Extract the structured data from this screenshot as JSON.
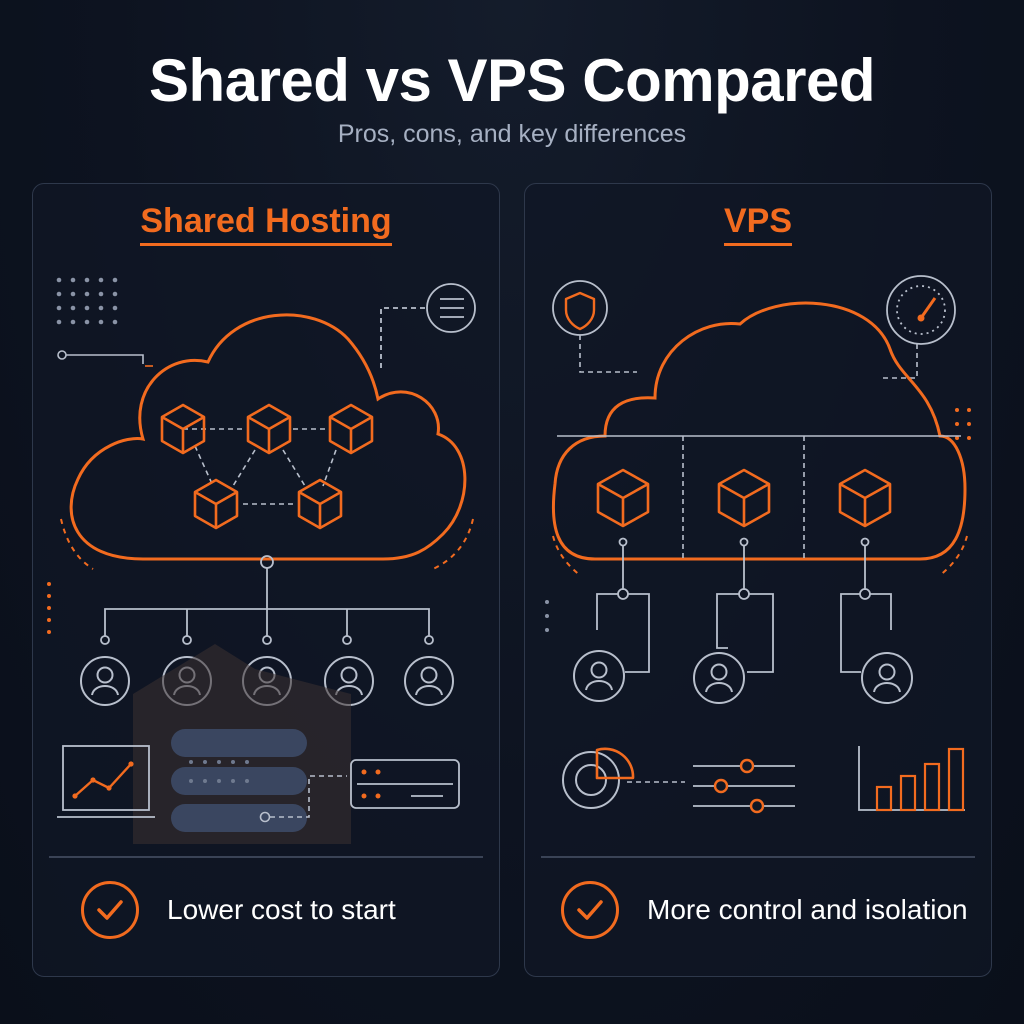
{
  "header": {
    "title": "Shared vs VPS Compared",
    "subtitle": "Pros, cons, and key differences"
  },
  "panels": {
    "shared": {
      "title": "Shared Hosting",
      "pro": "Lower cost to start",
      "pro_icon": "checkmark-circle-icon",
      "accent": "#f26b1f"
    },
    "vps": {
      "title": "VPS",
      "pro": "More control and isolation",
      "pro_icon": "checkmark-circle-icon",
      "accent": "#f26b1f"
    }
  },
  "colors": {
    "background": "#0d1320",
    "accent": "#f26b1f",
    "line": "#b8bfcc",
    "panel_border": "#2e384b"
  }
}
